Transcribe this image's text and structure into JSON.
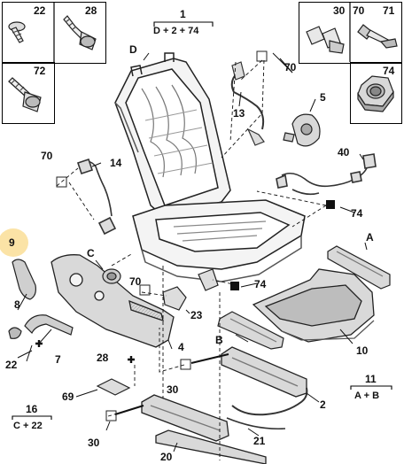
{
  "fastener_boxes": {
    "top_left": [
      "22",
      "28"
    ],
    "bottom_left": "72",
    "top_right": [
      "30",
      "70",
      "71"
    ],
    "bottom_right": "74"
  },
  "groups": [
    {
      "number": "1",
      "formula": "D + 2 + 74"
    },
    {
      "number": "11",
      "formula": "A + B"
    },
    {
      "number": "16",
      "formula": "C + 22"
    }
  ],
  "callouts": {
    "D": "D",
    "c70a": "70",
    "c13": "13",
    "c5": "5",
    "c70b": "70",
    "c14": "14",
    "c40": "40",
    "c74a": "74",
    "c9": "9",
    "C": "C",
    "A": "A",
    "c70c": "70",
    "c74b": "74",
    "c8": "8",
    "c23": "23",
    "c22": "22",
    "c7": "7",
    "c4": "4",
    "B": "B",
    "c10": "10",
    "c28": "28",
    "c30a": "30",
    "c69": "69",
    "c2": "2",
    "c20": "20",
    "c30b": "30",
    "c21": "21"
  },
  "highlight_color": "#fbe3a6"
}
